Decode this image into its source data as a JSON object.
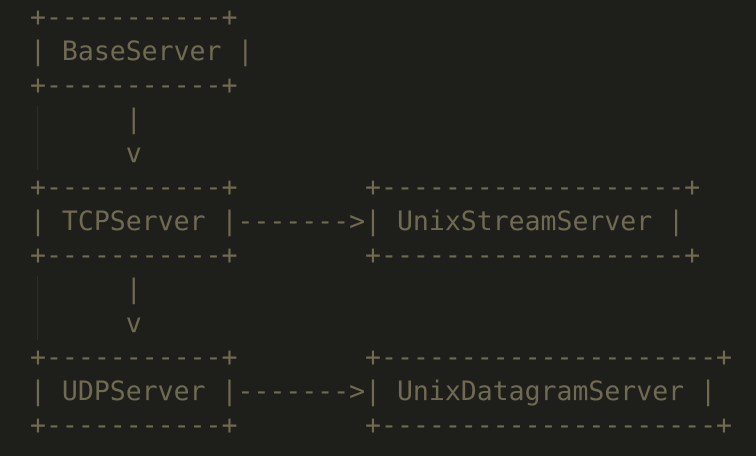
{
  "diagram": {
    "lines": [
      "+-----------+",
      "| BaseServer |",
      "+-----------+",
      "      |",
      "      v",
      "+-----------+        +-------------------+",
      "| TCPServer |------->| UnixStreamServer |",
      "+-----------+        +-------------------+",
      "      |",
      "      v",
      "+-----------+        +---------------------+",
      "| UDPServer |------->| UnixDatagramServer |",
      "+-----------+        +---------------------+"
    ]
  },
  "colors": {
    "background": "#1e1e1a",
    "text": "#6f6a52"
  }
}
